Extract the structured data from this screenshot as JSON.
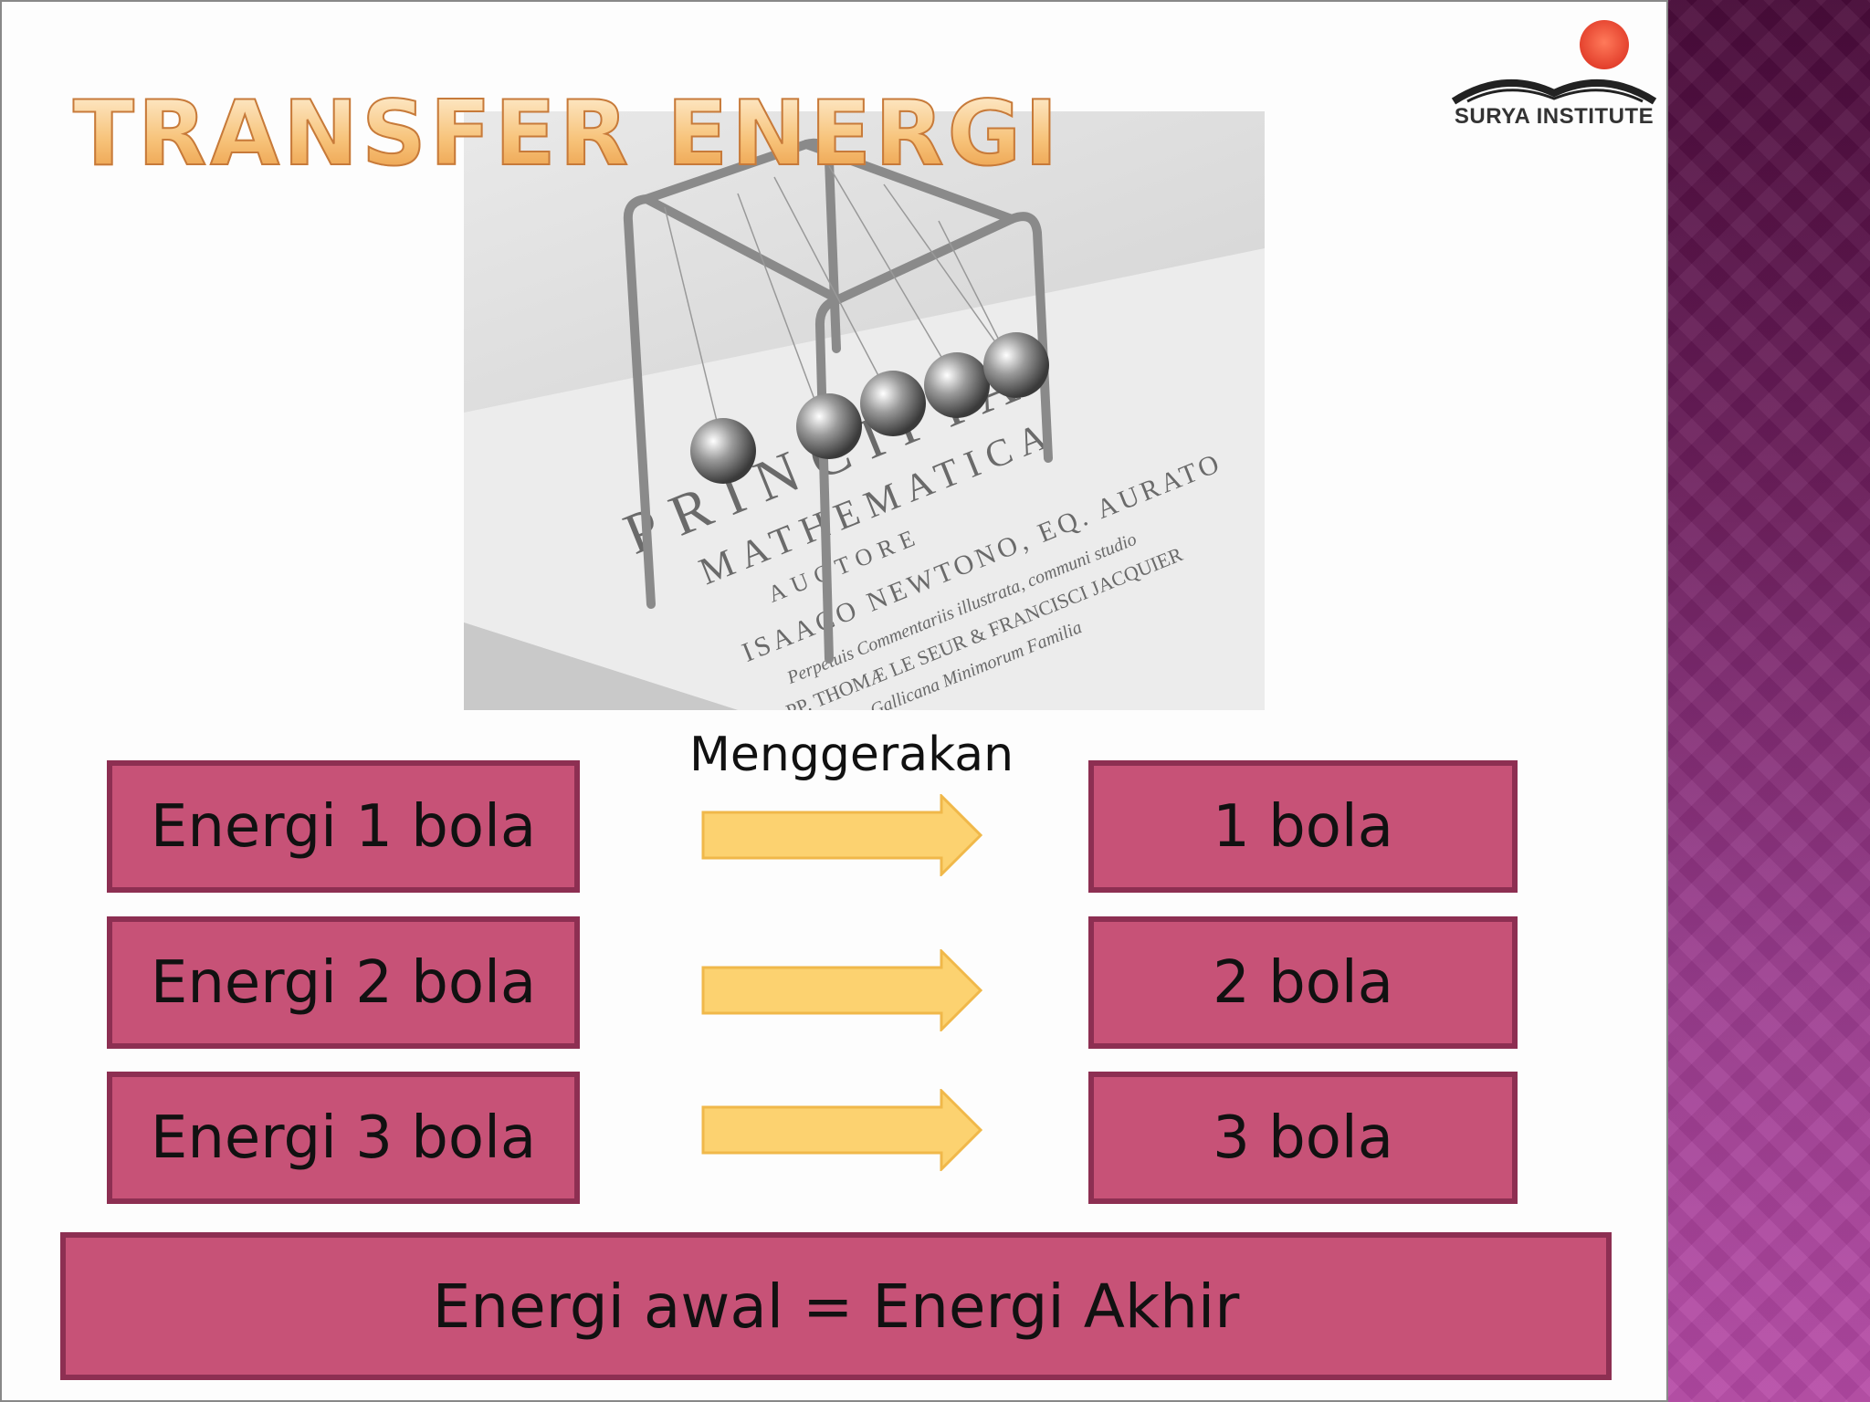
{
  "title": "TRANSFER ENERGI",
  "logo": {
    "text": "SURYA INSTITUTE"
  },
  "photo": {
    "book_line1": "PRINCIPIA",
    "book_line2": "MATHEMATICA",
    "book_line3": "AUCTORE",
    "book_line4": "ISAACO NEWTONO, EQ. AURATO",
    "book_line5": "Perpetuis Commentariis illustrata, communi studio",
    "book_line6": "PP. THOMÆ LE SEUR & FRANCISCI JACQUIER",
    "book_line7": "Ex Gallicana Minimorum Familia"
  },
  "connector_label": "Menggerakan",
  "rows": [
    {
      "left": "Energi 1 bola",
      "right": "1 bola"
    },
    {
      "left": "Energi 2 bola",
      "right": "2 bola"
    },
    {
      "left": "Energi 3 bola",
      "right": "3 bola"
    }
  ],
  "conclusion": "Energi awal = Energi Akhir",
  "colors": {
    "box_fill": "#c75277",
    "box_border": "#8d2f52",
    "arrow_fill": "#fcd270",
    "title": "#f6b45c",
    "side_bar": "#6e1f5e"
  }
}
